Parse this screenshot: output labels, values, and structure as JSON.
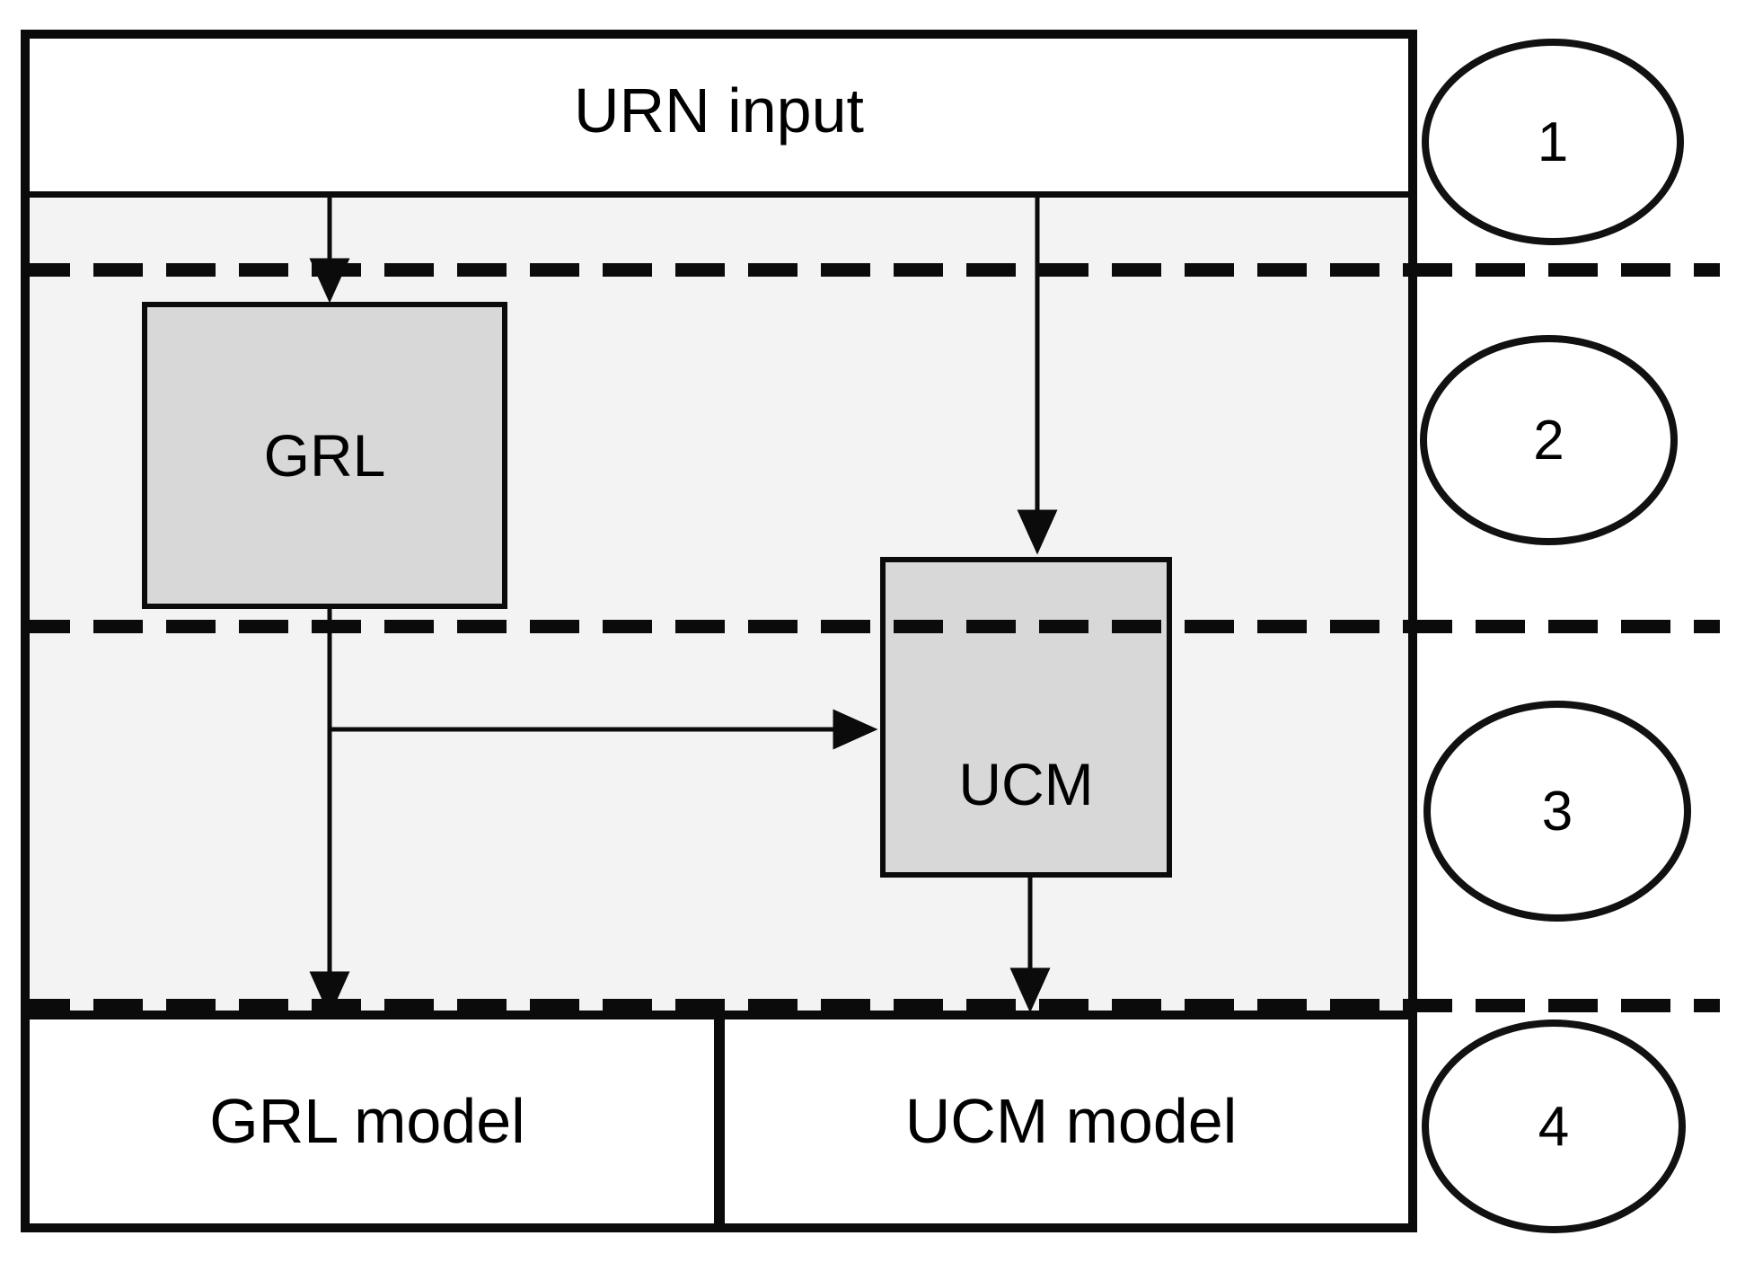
{
  "input_box": {
    "label": "URN input"
  },
  "process_boxes": {
    "grl": {
      "label": "GRL"
    },
    "ucm": {
      "label": "UCM"
    }
  },
  "output_boxes": {
    "grl_model": {
      "label": "GRL model"
    },
    "ucm_model": {
      "label": "UCM model"
    }
  },
  "step_markers": [
    {
      "label": "1"
    },
    {
      "label": "2"
    },
    {
      "label": "3"
    },
    {
      "label": "4"
    }
  ],
  "colors": {
    "outline": "#0b0b0b",
    "lane_background": "#f2f3f2",
    "process_fill": "#d8d8d8",
    "box_background": "#ffffff"
  }
}
